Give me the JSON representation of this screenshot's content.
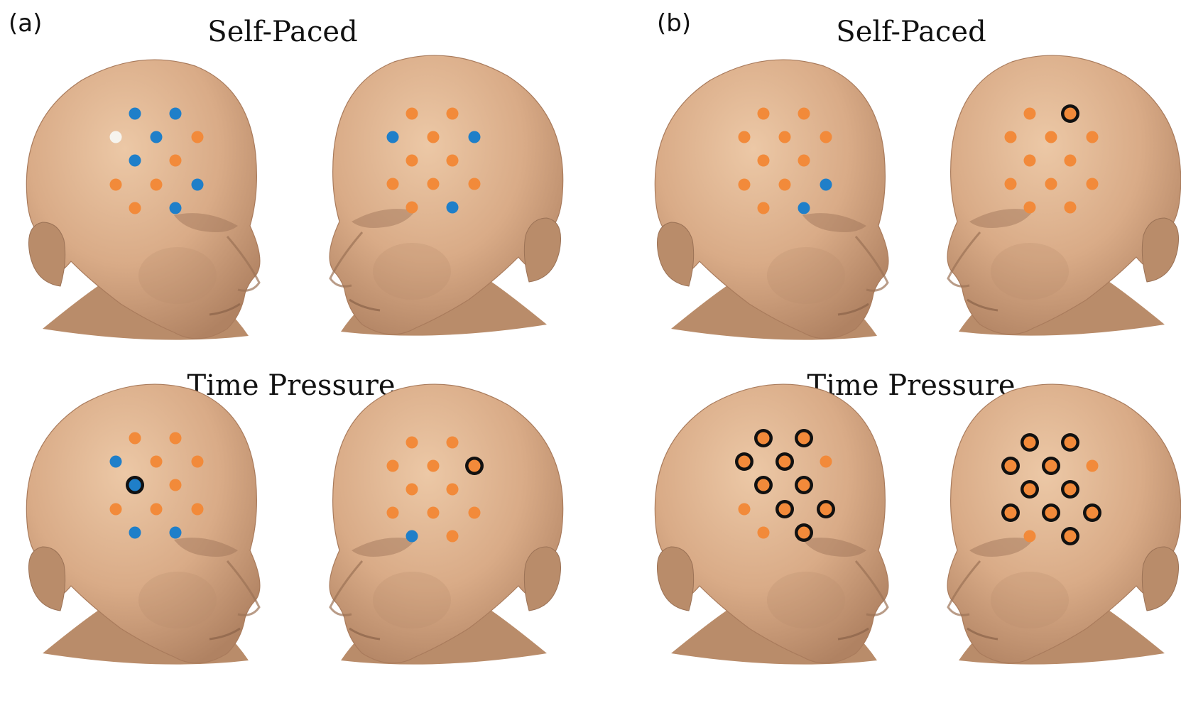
{
  "panels": [
    {
      "label": "(a)",
      "rows": [
        {
          "title": "Self-Paced",
          "heads": [
            {
              "view": "left-oblique",
              "dots": [
                {
                  "c": "blue"
                },
                {
                  "c": "blue"
                },
                {
                  "c": "white"
                },
                {
                  "c": "blue"
                },
                {
                  "c": "orange"
                },
                {
                  "c": "blue"
                },
                {
                  "c": "orange"
                },
                {
                  "c": "orange"
                },
                {
                  "c": "orange"
                },
                {
                  "c": "blue"
                },
                {
                  "c": "orange"
                },
                {
                  "c": "blue"
                }
              ]
            },
            {
              "view": "right-oblique",
              "dots": [
                {
                  "c": "orange"
                },
                {
                  "c": "orange"
                },
                {
                  "c": "blue"
                },
                {
                  "c": "orange"
                },
                {
                  "c": "blue"
                },
                {
                  "c": "orange"
                },
                {
                  "c": "orange"
                },
                {
                  "c": "orange"
                },
                {
                  "c": "orange"
                },
                {
                  "c": "orange"
                },
                {
                  "c": "orange"
                },
                {
                  "c": "blue"
                }
              ]
            }
          ]
        },
        {
          "title": "Time Pressure",
          "heads": [
            {
              "view": "left-oblique",
              "dots": [
                {
                  "c": "orange"
                },
                {
                  "c": "orange"
                },
                {
                  "c": "blue"
                },
                {
                  "c": "orange"
                },
                {
                  "c": "orange"
                },
                {
                  "c": "blue",
                  "ring": true
                },
                {
                  "c": "orange"
                },
                {
                  "c": "orange"
                },
                {
                  "c": "orange"
                },
                {
                  "c": "orange"
                },
                {
                  "c": "blue"
                },
                {
                  "c": "blue"
                }
              ]
            },
            {
              "view": "right-oblique",
              "dots": [
                {
                  "c": "orange"
                },
                {
                  "c": "orange"
                },
                {
                  "c": "orange"
                },
                {
                  "c": "orange"
                },
                {
                  "c": "orange",
                  "ring": true
                },
                {
                  "c": "orange"
                },
                {
                  "c": "orange"
                },
                {
                  "c": "orange"
                },
                {
                  "c": "orange"
                },
                {
                  "c": "orange"
                },
                {
                  "c": "blue"
                },
                {
                  "c": "orange"
                }
              ]
            }
          ]
        }
      ]
    },
    {
      "label": "(b)",
      "rows": [
        {
          "title": "Self-Paced",
          "heads": [
            {
              "view": "left-oblique",
              "dots": [
                {
                  "c": "orange"
                },
                {
                  "c": "orange"
                },
                {
                  "c": "orange"
                },
                {
                  "c": "orange"
                },
                {
                  "c": "orange"
                },
                {
                  "c": "orange"
                },
                {
                  "c": "orange"
                },
                {
                  "c": "orange"
                },
                {
                  "c": "orange"
                },
                {
                  "c": "blue"
                },
                {
                  "c": "orange"
                },
                {
                  "c": "blue"
                }
              ]
            },
            {
              "view": "right-oblique",
              "dots": [
                {
                  "c": "orange"
                },
                {
                  "c": "orange",
                  "ring": true
                },
                {
                  "c": "orange"
                },
                {
                  "c": "orange"
                },
                {
                  "c": "orange"
                },
                {
                  "c": "orange"
                },
                {
                  "c": "orange"
                },
                {
                  "c": "orange"
                },
                {
                  "c": "orange"
                },
                {
                  "c": "orange"
                },
                {
                  "c": "orange"
                },
                {
                  "c": "orange"
                }
              ]
            }
          ]
        },
        {
          "title": "Time Pressure",
          "heads": [
            {
              "view": "left-oblique",
              "dots": [
                {
                  "c": "orange",
                  "ring": true
                },
                {
                  "c": "orange",
                  "ring": true
                },
                {
                  "c": "orange",
                  "ring": true
                },
                {
                  "c": "orange",
                  "ring": true
                },
                {
                  "c": "orange"
                },
                {
                  "c": "orange",
                  "ring": true
                },
                {
                  "c": "orange",
                  "ring": true
                },
                {
                  "c": "orange"
                },
                {
                  "c": "orange",
                  "ring": true
                },
                {
                  "c": "orange",
                  "ring": true
                },
                {
                  "c": "orange"
                },
                {
                  "c": "orange",
                  "ring": true
                }
              ]
            },
            {
              "view": "right-oblique",
              "dots": [
                {
                  "c": "orange",
                  "ring": true
                },
                {
                  "c": "orange",
                  "ring": true
                },
                {
                  "c": "orange",
                  "ring": true
                },
                {
                  "c": "orange",
                  "ring": true
                },
                {
                  "c": "orange"
                },
                {
                  "c": "orange",
                  "ring": true
                },
                {
                  "c": "orange",
                  "ring": true
                },
                {
                  "c": "orange",
                  "ring": true
                },
                {
                  "c": "orange",
                  "ring": true
                },
                {
                  "c": "orange",
                  "ring": true
                },
                {
                  "c": "orange"
                },
                {
                  "c": "orange",
                  "ring": true
                }
              ]
            }
          ]
        }
      ]
    }
  ],
  "colors": {
    "orange": "#f28a3a",
    "blue": "#1f7fc9",
    "white": "#f6f4ee",
    "ring": "#111111",
    "skin": "#d9ab87",
    "skin_shadow": "#b98c6a",
    "skin_dark": "#9b7256",
    "skin_light": "#ecc8a6"
  }
}
